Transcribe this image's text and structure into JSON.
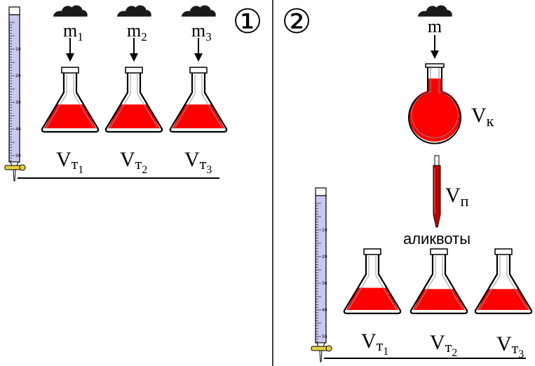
{
  "colors": {
    "solution": "#ff0000",
    "burette_fill": "#c8c8f0",
    "glass_outline": "#000000",
    "sample": "#1a1a1a",
    "divider": "#000000"
  },
  "icons": [
    "sample-heap-icon",
    "down-arrow-icon",
    "erlenmeyer-flask-icon",
    "volumetric-flask-icon",
    "pipette-icon",
    "burette-icon"
  ],
  "burette_scale": [
    "10",
    "20",
    "30",
    "40",
    "50"
  ],
  "panel1": {
    "number": "①",
    "samples": [
      {
        "mass_main": "m",
        "mass_sub": "1",
        "vol_main": "V",
        "vol_sub": "т",
        "vol_subsub": "1",
        "fill": 0.45
      },
      {
        "mass_main": "m",
        "mass_sub": "2",
        "vol_main": "V",
        "vol_sub": "т",
        "vol_subsub": "2",
        "fill": 0.45
      },
      {
        "mass_main": "m",
        "mass_sub": "3",
        "vol_main": "V",
        "vol_sub": "т",
        "vol_subsub": "3",
        "fill": 0.45
      }
    ]
  },
  "panel2": {
    "number": "②",
    "mass_label": "m",
    "flask_label": {
      "main": "V",
      "sub": "к"
    },
    "pipette_label": {
      "main": "V",
      "sub": "п"
    },
    "aliquots_label": "аликвоты",
    "flasks": [
      {
        "vol_main": "V",
        "vol_sub": "т",
        "vol_subsub": "1",
        "fill": 0.42
      },
      {
        "vol_main": "V",
        "vol_sub": "т",
        "vol_subsub": "2",
        "fill": 0.4
      },
      {
        "vol_main": "V",
        "vol_sub": "т",
        "vol_subsub": "3",
        "fill": 0.4
      }
    ]
  }
}
